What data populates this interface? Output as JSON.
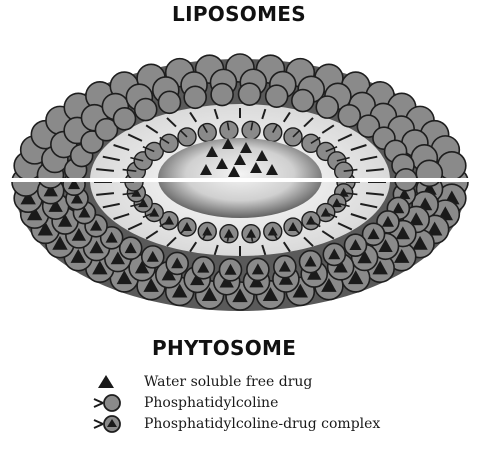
{
  "top_title": "LIPOSOMES",
  "bottom_title": "PHYTOSOME",
  "legend": [
    {
      "label": "Water soluble free drug",
      "icon": "triangle-icon"
    },
    {
      "label": "Phosphatidylcoline",
      "icon": "lipid-head-icon"
    },
    {
      "label": "Phosphatidylcoline-drug complex",
      "icon": "lipid-drug-complex-icon"
    }
  ],
  "colors": {
    "head_fill": "#8a8a8a",
    "head_stroke": "#1e1e1e",
    "core_light": "#f2f2f2",
    "core_dark": "#3a3a3a",
    "drug": "#1a1a1a"
  }
}
